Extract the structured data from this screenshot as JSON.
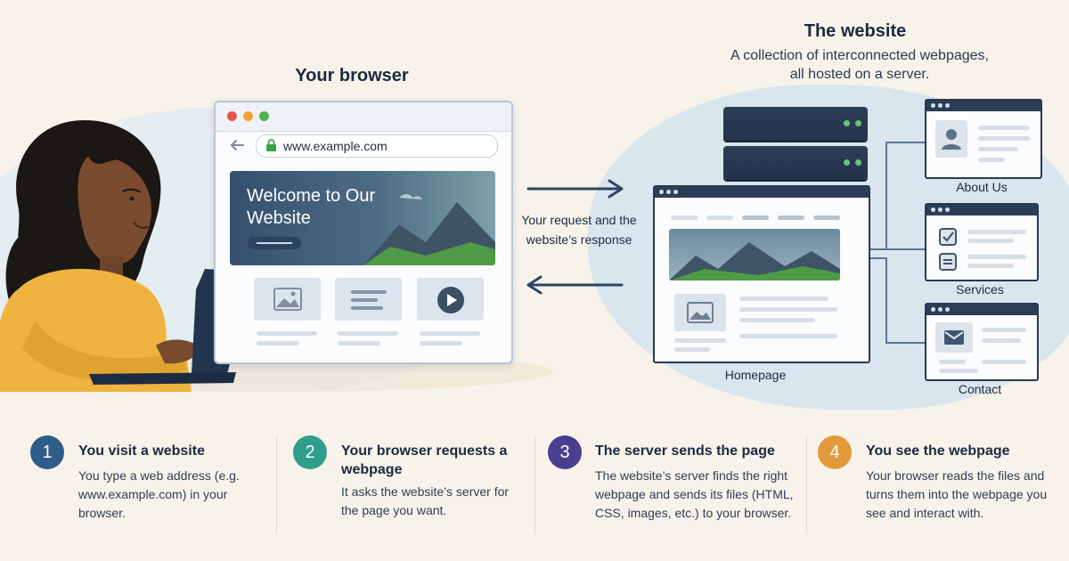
{
  "browser_section": {
    "title": "Your browser",
    "url": "www.example.com",
    "hero_text": "Welcome to Our Website"
  },
  "exchange": {
    "label": "Your request and the website’s response"
  },
  "website_section": {
    "title": "The website",
    "subtitle": "A collection of interconnected webpages, all hosted on a server.",
    "pages": {
      "homepage": "Homepage",
      "about": "About Us",
      "services": "Services",
      "contact": "Contact"
    }
  },
  "steps": [
    {
      "number": "1",
      "title": "You visit a website",
      "body": "You type a web address (e.g. www.example.com) in your browser.",
      "color": "#2f5d8a"
    },
    {
      "number": "2",
      "title": "Your browser requests a webpage",
      "body": "It asks the website’s server for the page you want.",
      "color": "#2f9e8c"
    },
    {
      "number": "3",
      "title": "The server sends the page",
      "body": "The website’s server finds the right webpage and sends its files (HTML, CSS, images, etc.) to your browser.",
      "color": "#4a3f8f"
    },
    {
      "number": "4",
      "title": "You see the webpage",
      "body": "Your browser reads the files and turns them into the webpage you see and interact with.",
      "color": "#e39a3b"
    }
  ],
  "icons": [
    "person-at-laptop-illustration",
    "lock-icon",
    "back-arrow-icon",
    "image-icon",
    "text-lines-icon",
    "play-icon",
    "server-stack-icon",
    "user-profile-icon",
    "checkbox-icon",
    "envelope-icon",
    "arrow-right-icon",
    "arrow-left-icon"
  ]
}
